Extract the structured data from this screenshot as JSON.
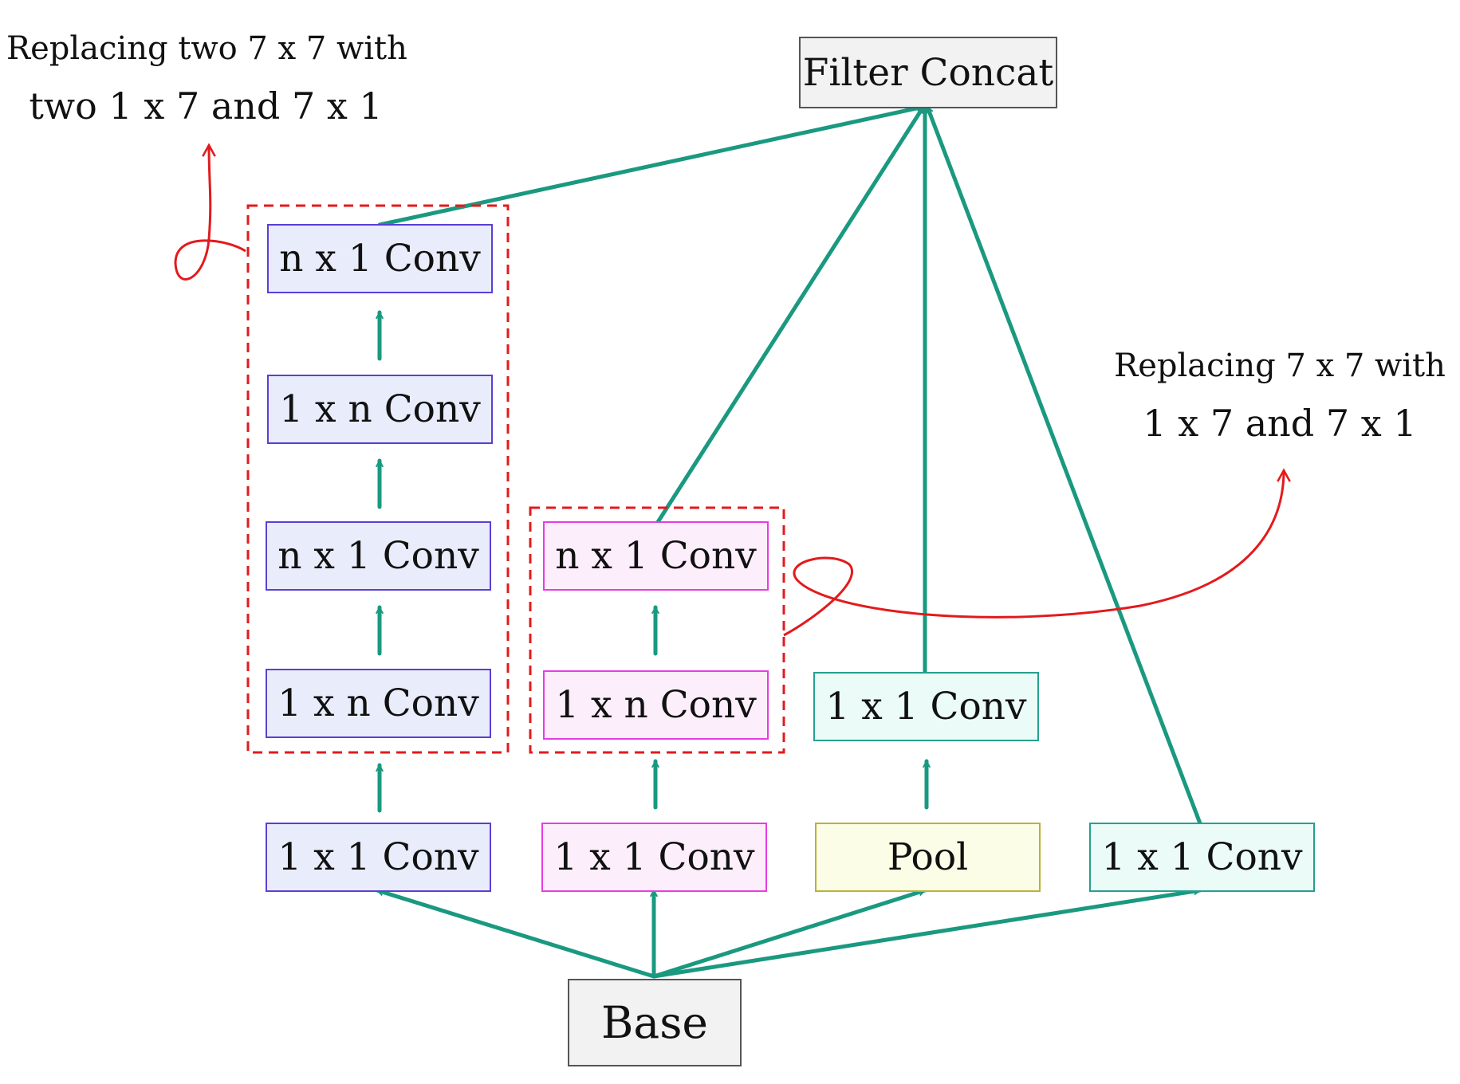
{
  "nodes": {
    "filter_concat": "Filter Concat",
    "base": "Base",
    "b1_conv1x1": "1 x 1 Conv",
    "b1_conv1xn_a": "1 x n Conv",
    "b1_convnx1_a": "n x 1 Conv",
    "b1_conv1xn_b": "1 x n Conv",
    "b1_convnx1_b": "n x 1 Conv",
    "b2_conv1x1": "1 x 1 Conv",
    "b2_conv1xn": "1 x n Conv",
    "b2_convnx1": "n x 1 Conv",
    "b3_pool": "Pool",
    "b3_conv1x1": "1 x 1 Conv",
    "b4_conv1x1": "1 x 1 Conv"
  },
  "annotations": {
    "left_line1": "Replacing two 7 x 7 with",
    "left_line2": "two 1 x 7 and 7 x 1",
    "right_line1": "Replacing 7 x 7 with",
    "right_line2": "1 x 7 and 7 x 1"
  },
  "colors": {
    "arrow": "#1a9980",
    "highlight": "#e31a1c",
    "branch1": "#5a3fd4",
    "branch2": "#e73ce3",
    "branch3_pool": "#bab23b",
    "branch3_conv": "#26a08d",
    "branch4": "#26a08d"
  }
}
